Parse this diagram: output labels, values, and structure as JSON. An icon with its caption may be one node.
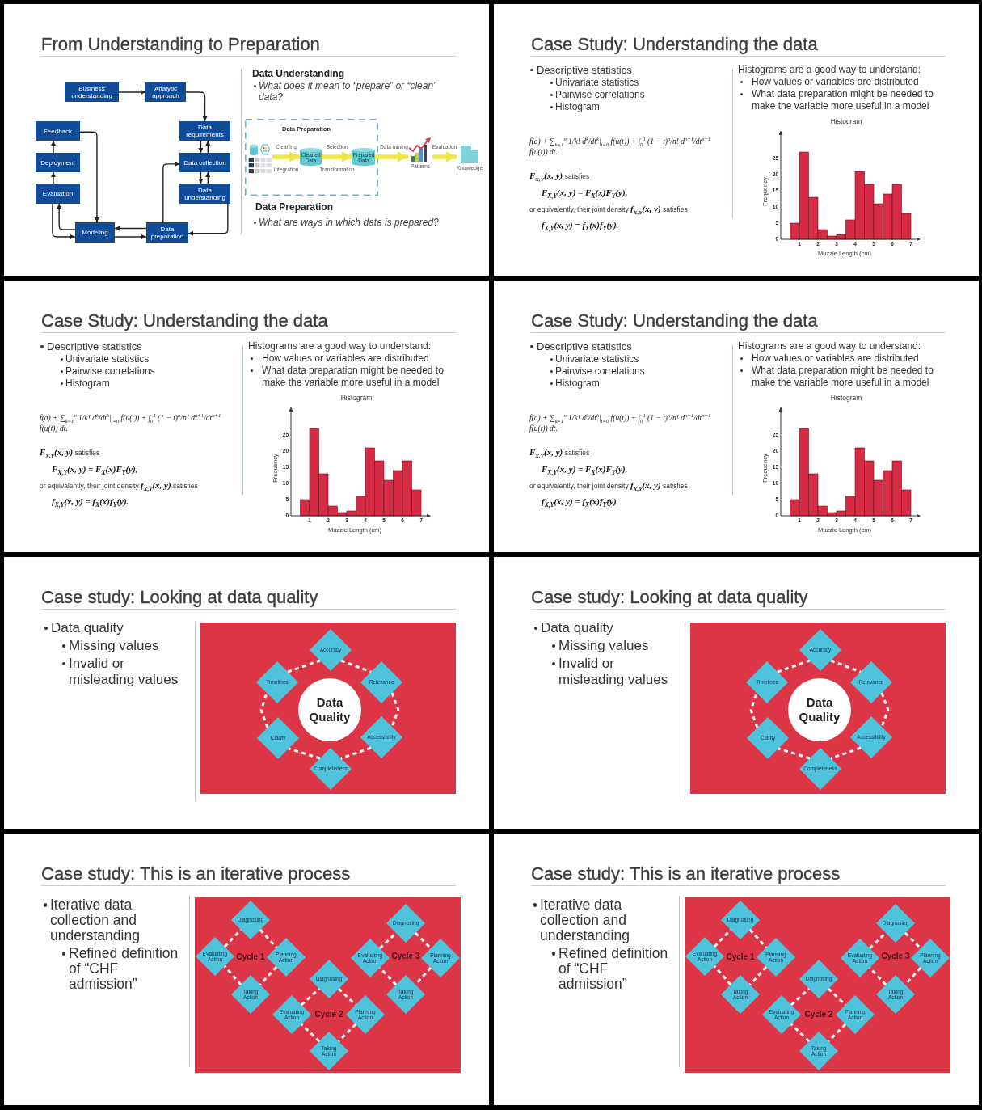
{
  "diagram": {
    "nodes": [
      {
        "text": [
          "From Understanding to Preparation",
          "Data Understanding",
          "What does it mean to “prepare” or “clean” data?",
          "Data Preparation",
          "What are ways in which data is prepared?"
        ]
      },
      {
        "text": [
          "Business understanding"
        ],
        "in": 0
      },
      {
        "text": [
          "Analytic approach"
        ],
        "in": 0
      },
      {
        "text": [
          "Feedback"
        ],
        "in": 0
      },
      {
        "text": [
          "Data requirements"
        ],
        "in": 0
      },
      {
        "text": [
          "Deployment"
        ],
        "in": 0
      },
      {
        "text": [
          "Data collection"
        ],
        "in": 0
      },
      {
        "text": [
          "Evaluation"
        ],
        "in": 0
      },
      {
        "text": [
          "Data understanding"
        ],
        "in": 0
      },
      {
        "text": [
          "Modeling"
        ],
        "in": 0
      },
      {
        "text": [
          "Data preparation"
        ],
        "in": 0
      },
      {
        "text": [
          "Data Preparation"
        ],
        "in": 0
      },
      {
        "text": [],
        "shape": "picture",
        "in": 11
      },
      {
        "text": [
          "Cleaned Data"
        ],
        "in": 11
      },
      {
        "text": [
          "Prepared Data"
        ],
        "in": 11
      },
      {
        "text": [
          "Patterns"
        ],
        "in": 0
      },
      {
        "text": [
          "Knowledge"
        ],
        "in": 0
      },
      {
        "text": [
          "Case Study: Understanding the data",
          "Descriptive statistics",
          "Univariate statistics",
          "Pairwise correlations",
          "Histogram",
          "f(a) + ∑$_{k=1}$$^{n}$ 1/k! d$^{k}$/dt$^{k}$|$_{t=0}$ f(u(t)) + ∫$_{0}$$^{1}$ (1 − t)$^{n}$/n! d$^{n+1}$/dt$^{n+1}$ f(u(t)) dt.",
          "**F**$_{X,Y}$**(x, y)** satisfies",
          "F$_{X,Y}$(x, y) = F$_{X}$(x)F$_{Y}$(y),",
          "or equivalently, their joint density **f**$_{X,Y}$**(x, y)** satisfies",
          "f$_{X,Y}$(x, y) = f$_{X}$(x)f$_{Y}$(y).",
          "Histograms are a good way to understand:",
          "How values or variables are distributed",
          "What data preparation might be needed to make the variable more useful in a model"
        ]
      },
      {
        "text": [
          "Case Study: Understanding the data",
          "Descriptive statistics",
          "Univariate statistics",
          "Pairwise correlations",
          "Histogram",
          "f(a) + ∑$_{k=1}$$^{n}$ 1/k! d$^{k}$/dt$^{k}$|$_{t=0}$ f(u(t)) + ∫$_{0}$$^{1}$ (1 − t)$^{n}$/n! d$^{n+1}$/dt$^{n+1}$ f(u(t)) dt.",
          "**F**$_{X,Y}$**(x, y)** satisfies",
          "F$_{X,Y}$(x, y) = F$_{X}$(x)F$_{Y}$(y),",
          "or equivalently, their joint density **f**$_{X,Y}$**(x, y)** satisfies",
          "f$_{X,Y}$(x, y) = f$_{X}$(x)f$_{Y}$(y).",
          "Histograms are a good way to understand:",
          "How values or variables are distributed",
          "What data preparation might be needed to make the variable more useful in a model"
        ]
      },
      {
        "text": [
          "Case Study: Understanding the data",
          "Descriptive statistics",
          "Univariate statistics",
          "Pairwise correlations",
          "Histogram",
          "f(a) + ∑$_{k=1}$$^{n}$ 1/k! d$^{k}$/dt$^{k}$|$_{t=0}$ f(u(t)) + ∫$_{0}$$^{1}$ (1 − t)$^{n}$/n! d$^{n+1}$/dt$^{n+1}$ f(u(t)) dt.",
          "**F**$_{X,Y}$**(x, y)** satisfies",
          "F$_{X,Y}$(x, y) = F$_{X}$(x)F$_{Y}$(y),",
          "or equivalently, their joint density **f**$_{X,Y}$**(x, y)** satisfies",
          "f$_{X,Y}$(x, y) = f$_{X}$(x)f$_{Y}$(y).",
          "Histograms are a good way to understand:",
          "How values or variables are distributed",
          "What data preparation might be needed to make the variable more useful in a model"
        ]
      },
      {
        "text": [
          "Case study: Looking at data quality",
          "Data quality",
          "Missing values",
          "Invalid or misleading values"
        ]
      },
      {
        "text": [],
        "shape": "box",
        "in": 20
      },
      {
        "text": [
          "Accuracy"
        ],
        "in": 21
      },
      {
        "text": [
          "Timelines"
        ],
        "in": 21
      },
      {
        "text": [
          "Relevance"
        ],
        "in": 21
      },
      {
        "text": [
          "Data Quality"
        ],
        "in": 21
      },
      {
        "text": [
          "Clarity"
        ],
        "in": 21
      },
      {
        "text": [
          "Accessibility"
        ],
        "in": 21
      },
      {
        "text": [
          "Completeness"
        ],
        "in": 21
      },
      {
        "text": [
          "Case study: Looking at data quality",
          "Data quality",
          "Missing values",
          "Invalid or misleading values"
        ]
      },
      {
        "text": [],
        "shape": "box",
        "in": 29
      },
      {
        "text": [
          "Accuracy"
        ],
        "in": 30
      },
      {
        "text": [
          "Timelines"
        ],
        "in": 30
      },
      {
        "text": [
          "Relevance"
        ],
        "in": 30
      },
      {
        "text": [
          "Data Quality"
        ],
        "in": 30
      },
      {
        "text": [
          "Clarity"
        ],
        "in": 30
      },
      {
        "text": [
          "Accessibility"
        ],
        "in": 30
      },
      {
        "text": [
          "Completeness"
        ],
        "in": 30
      },
      {
        "text": [
          "Case study: This is an iterative process",
          "Iterative data collection and understanding",
          "Refined definition of “CHF admission”"
        ]
      },
      {
        "text": [
          "Cycle 1",
          "Cycle 2",
          "Cycle 3"
        ],
        "in": 38
      },
      {
        "text": [
          "Diagnosing"
        ],
        "in": 39
      },
      {
        "text": [
          "Evaluating Action"
        ],
        "in": 39
      },
      {
        "text": [
          "Planning Action"
        ],
        "in": 39
      },
      {
        "text": [
          "Taking Action"
        ],
        "in": 39
      },
      {
        "text": [
          "Diagnosing"
        ],
        "in": 39
      },
      {
        "text": [
          "Evaluating Action"
        ],
        "in": 39
      },
      {
        "text": [
          "Planning Action"
        ],
        "in": 39
      },
      {
        "text": [
          "Taking Action"
        ],
        "in": 39
      },
      {
        "text": [
          "Diagnosing"
        ],
        "in": 39
      },
      {
        "text": [
          "Evaluating Action"
        ],
        "in": 39
      },
      {
        "text": [
          "Planning Action"
        ],
        "in": 39
      },
      {
        "text": [
          "Taking Action"
        ],
        "in": 39
      },
      {
        "text": [
          "Case study: This is an iterative process",
          "Iterative data collection and understanding",
          "Refined definition of “CHF admission”"
        ]
      },
      {
        "text": [
          "Cycle 1",
          "Cycle 2",
          "Cycle 3"
        ],
        "in": 52
      },
      {
        "text": [
          "Diagnosing"
        ],
        "in": 53
      },
      {
        "text": [
          "Evaluating Action"
        ],
        "in": 53
      },
      {
        "text": [
          "Planning Action"
        ],
        "in": 53
      },
      {
        "text": [
          "Taking Action"
        ],
        "in": 53
      },
      {
        "text": [
          "Diagnosing"
        ],
        "in": 53
      },
      {
        "text": [
          "Evaluating Action"
        ],
        "in": 53
      },
      {
        "text": [
          "Planning Action"
        ],
        "in": 53
      },
      {
        "text": [
          "Taking Action"
        ],
        "in": 53
      },
      {
        "text": [
          "Diagnosing"
        ],
        "in": 53
      },
      {
        "text": [
          "Evaluating Action"
        ],
        "in": 53
      },
      {
        "text": [
          "Planning Action"
        ],
        "in": 53
      },
      {
        "text": [
          "Taking Action"
        ],
        "in": 53
      }
    ],
    "edges": [
      {
        "from": 1,
        "to": 2,
        "arrow": "to",
        "color": "#222222"
      },
      {
        "from": 2,
        "to": 4,
        "arrow": "to",
        "color": "#222222"
      },
      {
        "from": 4,
        "to": 6,
        "arrow": "to",
        "color": "#222222"
      },
      {
        "from": 6,
        "to": 4,
        "arrow": "to",
        "color": "#222222"
      },
      {
        "from": 6,
        "to": 8,
        "arrow": "to",
        "color": "#222222"
      },
      {
        "from": 8,
        "to": 6,
        "arrow": "to",
        "color": "#222222"
      },
      {
        "from": 8,
        "to": 10,
        "arrow": "to",
        "color": "#222222"
      },
      {
        "from": 10,
        "to": 6,
        "arrow": "to",
        "color": "#222222"
      },
      {
        "from": 10,
        "to": 9,
        "arrow": "to",
        "color": "#222222"
      },
      {
        "from": 9,
        "to": 10,
        "arrow": "to",
        "color": "#222222"
      },
      {
        "from": 9,
        "to": 7,
        "arrow": "to",
        "color": "#222222"
      },
      {
        "from": 7,
        "to": 9,
        "arrow": "to",
        "color": "#222222"
      },
      {
        "from": 7,
        "to": 5,
        "arrow": "to",
        "color": "#222222"
      },
      {
        "from": 5,
        "to": 3,
        "arrow": "to",
        "color": "#222222"
      },
      {
        "from": 3,
        "to": 9,
        "arrow": "to",
        "color": "#222222"
      },
      {
        "from": 12,
        "to": 13,
        "label": "Cleaning",
        "arrow": "to",
        "style": "thick",
        "color": "#ece84a"
      },
      {
        "from": 13,
        "to": 14,
        "label": "Selection",
        "arrow": "to",
        "style": "thick",
        "color": "#ece84a"
      },
      {
        "from": 14,
        "to": 15,
        "label": "Data mining",
        "arrow": "to",
        "style": "thick",
        "color": "#ece84a"
      },
      {
        "from": 15,
        "to": 16,
        "label": "Evaluation",
        "arrow": "to",
        "style": "thick",
        "color": "#ece84a"
      },
      {
        "from": 22,
        "to": 24,
        "arrow": "none",
        "style": "dashed"
      },
      {
        "from": 24,
        "to": 27,
        "arrow": "none",
        "style": "dashed"
      },
      {
        "from": 27,
        "to": 28,
        "arrow": "none",
        "style": "dashed"
      },
      {
        "from": 28,
        "to": 26,
        "arrow": "none",
        "style": "dashed"
      },
      {
        "from": 26,
        "to": 23,
        "arrow": "none",
        "style": "dashed"
      },
      {
        "from": 23,
        "to": 22,
        "arrow": "none",
        "style": "dashed"
      },
      {
        "from": 31,
        "to": 33,
        "arrow": "none",
        "style": "dashed"
      },
      {
        "from": 33,
        "to": 36,
        "arrow": "none",
        "style": "dashed"
      },
      {
        "from": 36,
        "to": 37,
        "arrow": "none",
        "style": "dashed"
      },
      {
        "from": 37,
        "to": 35,
        "arrow": "none",
        "style": "dashed"
      },
      {
        "from": 35,
        "to": 32,
        "arrow": "none",
        "style": "dashed"
      },
      {
        "from": 32,
        "to": 31,
        "arrow": "none",
        "style": "dashed"
      },
      {
        "from": 40,
        "to": 42,
        "arrow": "none",
        "style": "dashed"
      },
      {
        "from": 42,
        "to": 43,
        "arrow": "none",
        "style": "dashed"
      },
      {
        "from": 43,
        "to": 41,
        "arrow": "none",
        "style": "dashed"
      },
      {
        "from": 41,
        "to": 40,
        "arrow": "none",
        "style": "dashed"
      },
      {
        "from": 44,
        "to": 46,
        "arrow": "none",
        "style": "dashed"
      },
      {
        "from": 46,
        "to": 47,
        "arrow": "none",
        "style": "dashed"
      },
      {
        "from": 47,
        "to": 45,
        "arrow": "none",
        "style": "dashed"
      },
      {
        "from": 45,
        "to": 44,
        "arrow": "none",
        "style": "dashed"
      },
      {
        "from": 48,
        "to": 50,
        "arrow": "none",
        "style": "dashed"
      },
      {
        "from": 50,
        "to": 51,
        "arrow": "none",
        "style": "dashed"
      },
      {
        "from": 51,
        "to": 49,
        "arrow": "none",
        "style": "dashed"
      },
      {
        "from": 49,
        "to": 48,
        "arrow": "none",
        "style": "dashed"
      },
      {
        "from": 54,
        "to": 56,
        "arrow": "none",
        "style": "dashed"
      },
      {
        "from": 56,
        "to": 57,
        "arrow": "none",
        "style": "dashed"
      },
      {
        "from": 57,
        "to": 55,
        "arrow": "none",
        "style": "dashed"
      },
      {
        "from": 55,
        "to": 54,
        "arrow": "none",
        "style": "dashed"
      },
      {
        "from": 58,
        "to": 60,
        "arrow": "none",
        "style": "dashed"
      },
      {
        "from": 60,
        "to": 61,
        "arrow": "none",
        "style": "dashed"
      },
      {
        "from": 61,
        "to": 59,
        "arrow": "none",
        "style": "dashed"
      },
      {
        "from": 59,
        "to": 58,
        "arrow": "none",
        "style": "dashed"
      },
      {
        "from": 62,
        "to": 64,
        "arrow": "none",
        "style": "dashed"
      },
      {
        "from": 64,
        "to": 65,
        "arrow": "none",
        "style": "dashed"
      },
      {
        "from": 65,
        "to": 63,
        "arrow": "none",
        "style": "dashed"
      },
      {
        "from": 63,
        "to": 62,
        "arrow": "none",
        "style": "dashed"
      }
    ],
    "labels": [
      "Integration",
      "Transformation"
    ],
    "chart_data": [
      {
        "type": "bar",
        "title": "Histogram",
        "xlabel": "Muzzle Length (cm)",
        "ylabel": "Frequency",
        "x": [
          0.75,
          1.25,
          1.75,
          2.25,
          2.75,
          3.25,
          3.75,
          4.25,
          4.75,
          5.25,
          5.75,
          6.25,
          6.75
        ],
        "series": [
          {
            "color": "#d62b45",
            "values": [
              5,
              27,
              13,
              3,
              1,
              1.5,
              6,
              21,
              17,
              11,
              14,
              17,
              8
            ]
          }
        ],
        "xlim": [
          0,
          7.5
        ],
        "ylim": [
          0,
          33.5
        ],
        "xticks": [
          1,
          2,
          3,
          4,
          5,
          6,
          7
        ],
        "yticks": [
          0,
          5,
          10,
          15,
          20,
          25
        ]
      },
      {
        "type": "bar",
        "title": "Histogram",
        "xlabel": "Muzzle Length (cm)",
        "ylabel": "Frequency",
        "x": [
          0.75,
          1.25,
          1.75,
          2.25,
          2.75,
          3.25,
          3.75,
          4.25,
          4.75,
          5.25,
          5.75,
          6.25,
          6.75
        ],
        "series": [
          {
            "color": "#d62b45",
            "values": [
              5,
              27,
              13,
              3,
              1,
              1.5,
              6,
              21,
              17,
              11,
              14,
              17,
              8
            ]
          }
        ],
        "xlim": [
          0,
          7.5
        ],
        "ylim": [
          0,
          33.5
        ],
        "xticks": [
          1,
          2,
          3,
          4,
          5,
          6,
          7
        ],
        "yticks": [
          0,
          5,
          10,
          15,
          20,
          25
        ]
      },
      {
        "type": "bar",
        "title": "Histogram",
        "xlabel": "Muzzle Length (cm)",
        "ylabel": "Frequency",
        "x": [
          0.75,
          1.25,
          1.75,
          2.25,
          2.75,
          3.25,
          3.75,
          4.25,
          4.75,
          5.25,
          5.75,
          6.25,
          6.75
        ],
        "series": [
          {
            "color": "#d62b45",
            "values": [
              5,
              27,
              13,
              3,
              1,
              1.5,
              6,
              21,
              17,
              11,
              14,
              17,
              8
            ]
          }
        ],
        "xlim": [
          0,
          7.5
        ],
        "ylim": [
          0,
          33.5
        ],
        "xticks": [
          1,
          2,
          3,
          4,
          5,
          6,
          7
        ],
        "yticks": [
          0,
          5,
          10,
          15,
          20,
          25
        ]
      }
    ]
  }
}
